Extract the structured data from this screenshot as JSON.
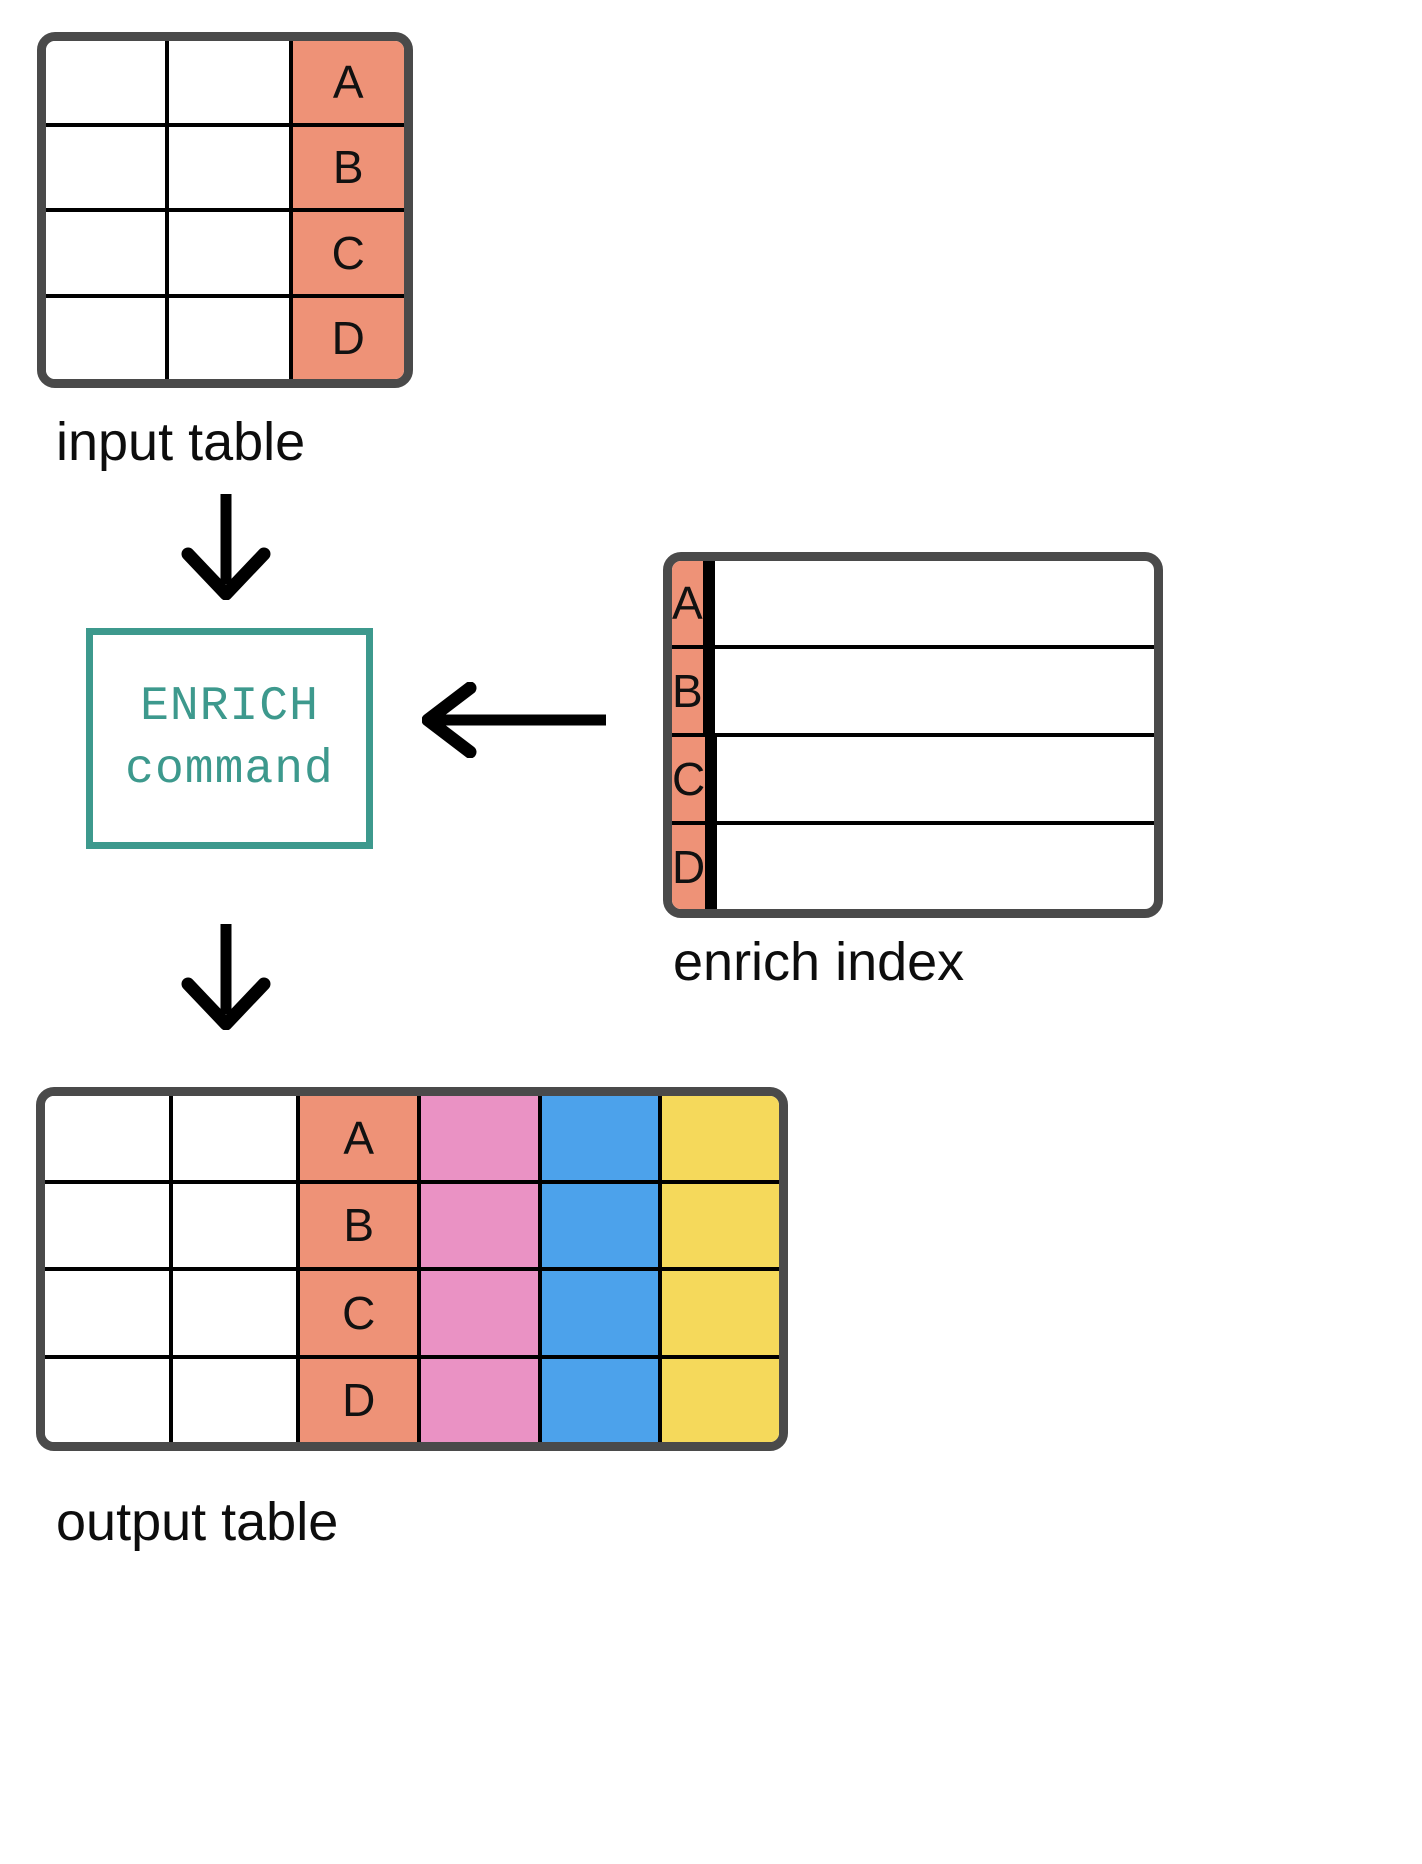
{
  "diagram": {
    "title_present": false,
    "colors": {
      "key_column": "#ee9277",
      "field_pink": "#ea92c4",
      "field_blue": "#4ca2eb",
      "field_yellow": "#f5d95b",
      "table_border": "#4a4a4a",
      "grid_line": "#000000",
      "command_accent": "#3d998d",
      "arrow": "#000000",
      "background": "#ffffff"
    },
    "input_table": {
      "caption": "input table",
      "rows": 4,
      "columns": 3,
      "column_styles": [
        "c-white",
        "c-white",
        "c-salmon"
      ],
      "data": [
        [
          "",
          "",
          "A"
        ],
        [
          "",
          "",
          "B"
        ],
        [
          "",
          "",
          "C"
        ],
        [
          "",
          "",
          "D"
        ]
      ]
    },
    "command": {
      "line1": "ENRICH",
      "line2": "command"
    },
    "enrich_index": {
      "caption": "enrich index",
      "rows": 4,
      "columns": 4,
      "column_styles": [
        "c-salmon",
        "c-pink",
        "c-blue",
        "c-yellow"
      ],
      "data": [
        [
          "A",
          "",
          "",
          ""
        ],
        [
          "B",
          "",
          "",
          ""
        ],
        [
          "C",
          "",
          "",
          ""
        ],
        [
          "D",
          "",
          "",
          ""
        ]
      ]
    },
    "output_table": {
      "caption": "output table",
      "rows": 4,
      "columns": 6,
      "column_styles": [
        "c-white",
        "c-white",
        "c-salmon",
        "c-pink",
        "c-blue",
        "c-yellow"
      ],
      "data": [
        [
          "",
          "",
          "A",
          "",
          "",
          ""
        ],
        [
          "",
          "",
          "B",
          "",
          "",
          ""
        ],
        [
          "",
          "",
          "C",
          "",
          "",
          ""
        ],
        [
          "",
          "",
          "D",
          "",
          "",
          ""
        ]
      ]
    },
    "arrows": [
      {
        "name": "input-to-command",
        "direction": "down"
      },
      {
        "name": "command-to-output",
        "direction": "down"
      },
      {
        "name": "index-to-command",
        "direction": "left"
      }
    ]
  }
}
